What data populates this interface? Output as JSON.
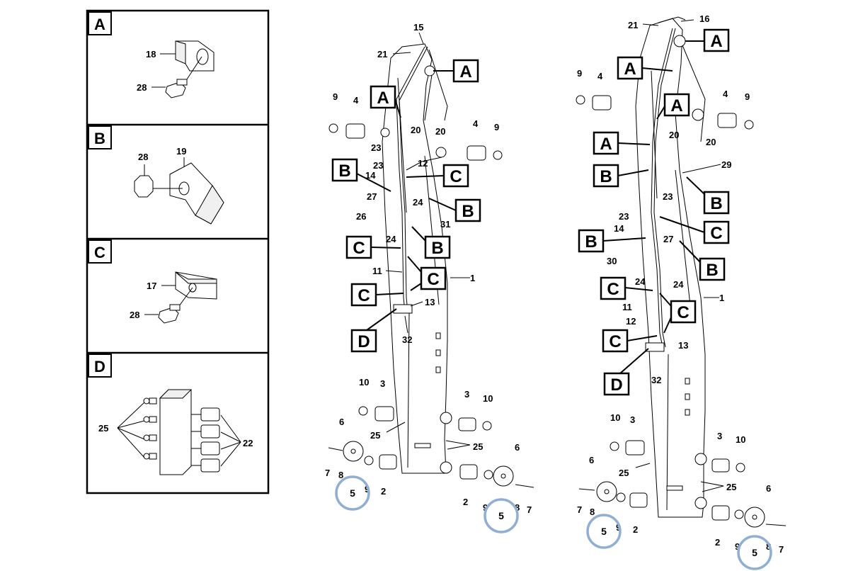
{
  "panels": [
    {
      "tag": "A",
      "callouts": [
        "18",
        "28"
      ]
    },
    {
      "tag": "B",
      "callouts": [
        "28",
        "19"
      ]
    },
    {
      "tag": "C",
      "callouts": [
        "17",
        "28"
      ]
    },
    {
      "tag": "D",
      "callouts": [
        "25",
        "22"
      ]
    }
  ],
  "left_view": {
    "callouts": [
      "15",
      "21",
      "9",
      "4",
      "20",
      "20",
      "4",
      "9",
      "23",
      "23",
      "12",
      "14",
      "27",
      "26",
      "24",
      "24",
      "31",
      "11",
      "13",
      "32",
      "1",
      "10",
      "3",
      "3",
      "10",
      "6",
      "25",
      "25",
      "6",
      "7",
      "8",
      "9",
      "2",
      "2",
      "9",
      "8",
      "7"
    ],
    "boxed": [
      "A",
      "A",
      "B",
      "C",
      "B",
      "C",
      "B",
      "C",
      "C",
      "D"
    ],
    "circled": [
      "5",
      "5"
    ]
  },
  "right_view": {
    "callouts": [
      "21",
      "16",
      "9",
      "4",
      "4",
      "9",
      "20",
      "20",
      "29",
      "23",
      "23",
      "14",
      "27",
      "30",
      "24",
      "24",
      "11",
      "12",
      "13",
      "32",
      "1",
      "10",
      "3",
      "3",
      "10",
      "6",
      "25",
      "25",
      "6",
      "7",
      "8",
      "9",
      "2",
      "2",
      "9",
      "8",
      "7"
    ],
    "boxed": [
      "A",
      "A",
      "A",
      "A",
      "B",
      "B",
      "C",
      "B",
      "B",
      "C",
      "C",
      "C",
      "D"
    ],
    "circled": [
      "5",
      "5"
    ]
  },
  "colors": {
    "highlight_circle": "#8fb0d4",
    "line": "#000000"
  }
}
